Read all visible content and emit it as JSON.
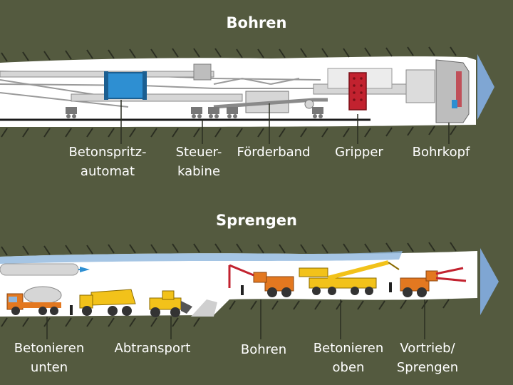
{
  "sections": {
    "top": {
      "title": "Bohren",
      "labels": [
        {
          "text": "Betonspritz-\nautomat"
        },
        {
          "text": "Steuer-\nkabine"
        },
        {
          "text": "Förderband"
        },
        {
          "text": "Gripper"
        },
        {
          "text": "Bohrkopf"
        }
      ]
    },
    "bottom": {
      "title": "Sprengen",
      "labels": [
        {
          "text": "Betonieren\nunten"
        },
        {
          "text": "Abtransport"
        },
        {
          "text": "Bohren"
        },
        {
          "text": "Betonieren\noben"
        },
        {
          "text": "Vortrieb/\nSprengen"
        }
      ]
    }
  },
  "colors": {
    "background": "#545a3f",
    "tunnel": "#ffffff",
    "rock_tick": "#2b2e22",
    "arrow": "#7fa6d3",
    "spritz_blue": "#2e8fd2",
    "gripper_red": "#c2222f",
    "machine_gray": "#c9c9c9",
    "vehicle_yellow": "#f2c21a",
    "vehicle_orange": "#e37820",
    "water": "#8fb6dd"
  }
}
